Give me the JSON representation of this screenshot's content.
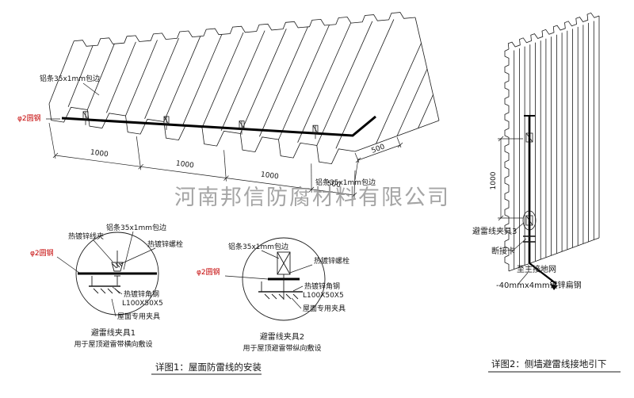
{
  "watermark": "河南邦信防腐材料有限公司",
  "roof": {
    "label_edge_top": "铝条35x1mm包边",
    "label_edge_right": "铝条35x1mm包边",
    "label_rod": "φ2圆钢",
    "dim_1": "1000",
    "dim_2": "1000",
    "dim_3": "1000",
    "dim_4": "500",
    "dim_right": "500"
  },
  "detail1": {
    "label_clamp": "热镀锌线夹",
    "label_edge": "铝条35x1mm包边",
    "label_bolt": "热镀锌螺栓",
    "label_rod": "φ2圆钢",
    "label_angle": "热镀锌角钢",
    "label_angle_size": "L100X50X5",
    "label_fixture": "屋面专用夹具",
    "title": "避雷线夹具1",
    "subtitle": "用于屋顶避雷带横向敷设"
  },
  "detail2": {
    "label_edge": "铝条35x1mm包边",
    "label_bolt": "热镀锌螺栓",
    "label_rod": "φ2圆钢",
    "label_angle": "热镀锌角钢",
    "label_angle_size": "L100X50X5",
    "label_fixture": "屋面专用夹具",
    "title": "避雷线夹具2",
    "subtitle": "用于屋顶避雷带纵向敷设"
  },
  "wall": {
    "label_clamp3": "避雷线夹具3",
    "label_disconnect": "断接卡",
    "label_ground": "至主接地网",
    "label_flat_steel": "-40mmx4mm镀锌扁钢",
    "dim": "1000"
  },
  "captions": {
    "detail1": "详图1：屋面防雷线的安装",
    "detail2": "详图2：侧墙避雷线接地引下"
  }
}
